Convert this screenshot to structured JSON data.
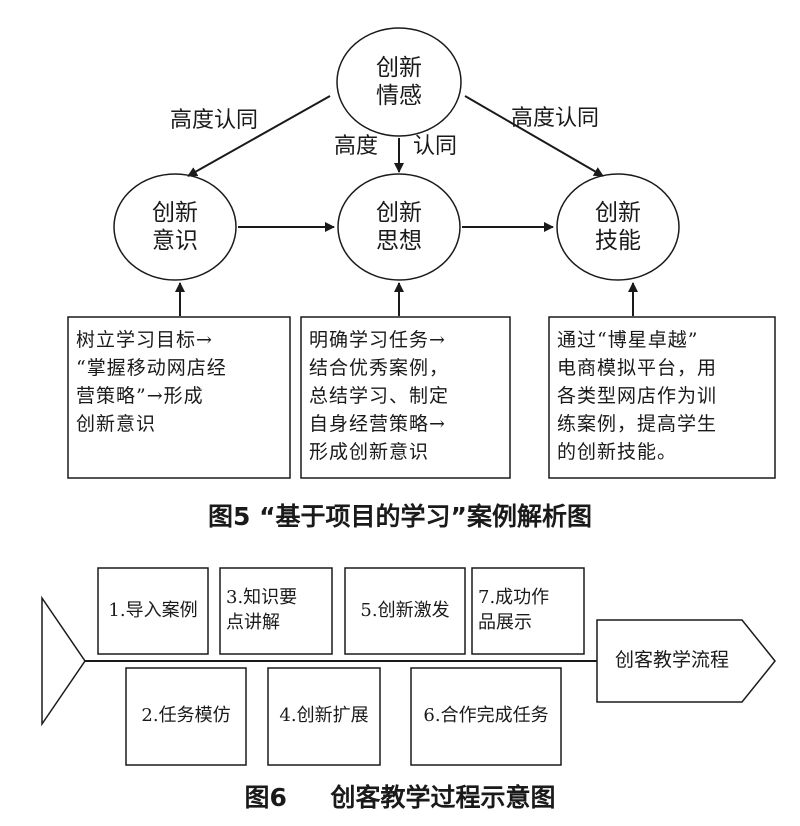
{
  "fig5": {
    "nodes": {
      "emotion": {
        "line1": "创新",
        "line2": "情感"
      },
      "awareness": {
        "line1": "创新",
        "line2": "意识"
      },
      "thinking": {
        "line1": "创新",
        "line2": "思想"
      },
      "skills": {
        "line1": "创新",
        "line2": "技能"
      }
    },
    "edge_labels": {
      "left": "高度认同",
      "center_a": "高度",
      "center_b": "认同",
      "right": "高度认同"
    },
    "boxes": {
      "left": [
        "树立学习目标→",
        "“掌握移动网店经",
        "营策略”→形成",
        "创新意识"
      ],
      "center": [
        "明确学习任务→",
        "结合优秀案例，",
        "总结学习、制定",
        "自身经营策略→",
        "形成创新意识"
      ],
      "right": [
        "通过“博星卓越”",
        "电商模拟平台，用",
        "各类型网店作为训",
        "练案例，提高学生",
        "的创新技能。"
      ]
    },
    "caption": "图5  “基于项目的学习”案例解析图"
  },
  "fig6": {
    "steps_top": [
      {
        "line1": "1.导入案例",
        "line2": ""
      },
      {
        "line1": "3.知识要",
        "line2": "点讲解"
      },
      {
        "line1": "5.创新激发",
        "line2": ""
      },
      {
        "line1": "7.成功作",
        "line2": "品展示"
      }
    ],
    "steps_bottom": [
      {
        "line1": "2.任务模仿"
      },
      {
        "line1": "4.创新扩展"
      },
      {
        "line1": "6.合作完成任务"
      }
    ],
    "head_label": "创客教学流程",
    "caption": "图6     创客教学过程示意图"
  }
}
